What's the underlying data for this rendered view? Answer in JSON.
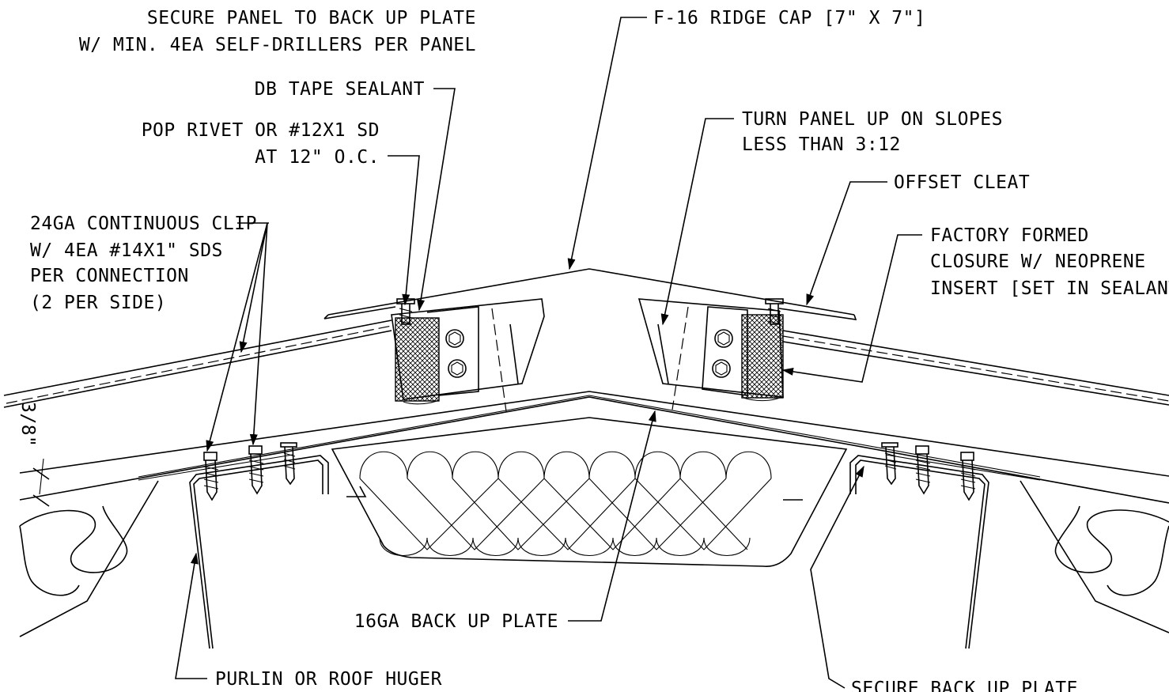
{
  "callouts": {
    "secure_panel_line1": "SECURE PANEL TO BACK UP PLATE",
    "secure_panel_line2": "W/ MIN. 4EA SELF-DRILLERS PER PANEL",
    "ridge_cap": "F-16 RIDGE CAP [7\" X 7\"]",
    "db_tape": "DB TAPE SEALANT",
    "pop_rivet_line1": "POP RIVET OR #12X1 SD",
    "pop_rivet_line2": "AT 12\" O.C.",
    "turn_panel_line1": "TURN PANEL UP ON SLOPES",
    "turn_panel_line2": "LESS THAN 3:12",
    "offset_cleat": "OFFSET CLEAT",
    "clip_line1": "24GA CONTINUOUS CLIP",
    "clip_line2": "W/ 4EA #14X1\" SDS",
    "clip_line3": "PER CONNECTION",
    "clip_line4": "(2 PER SIDE)",
    "closure_line1": "FACTORY FORMED",
    "closure_line2": "CLOSURE W/ NEOPRENE",
    "closure_line3": "INSERT [SET IN SEALANT]",
    "dimension": "3/8\"",
    "back_up_plate": "16GA BACK UP PLATE",
    "purlin": "PURLIN OR ROOF HUGER",
    "secure_back_up": "SECURE BACK UP PLATE"
  }
}
